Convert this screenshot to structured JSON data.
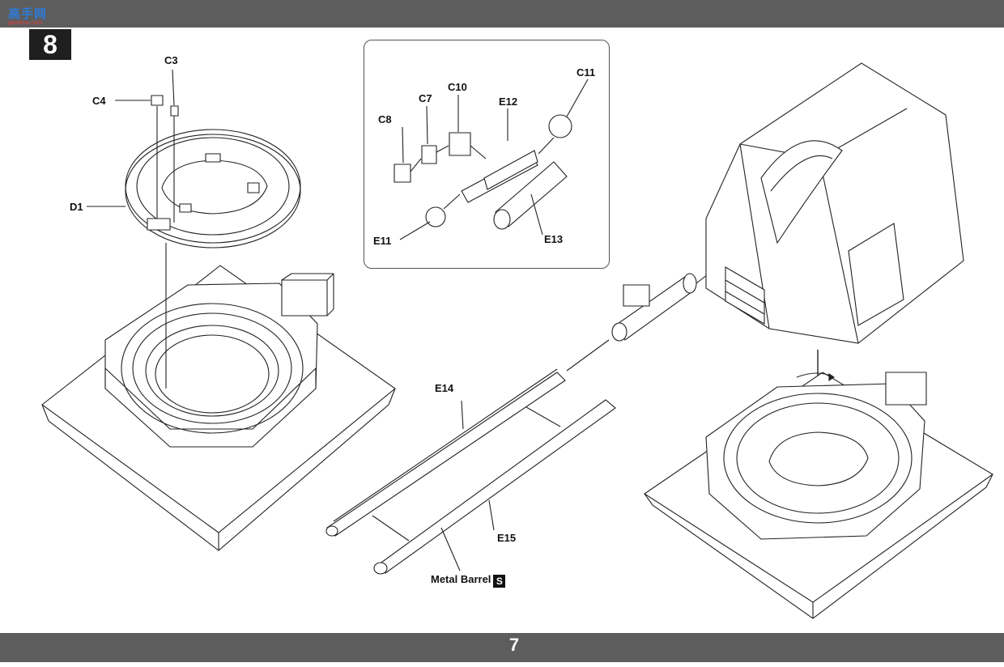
{
  "header": {
    "logo_text": "高手网",
    "logo_url": "gaoshou.com"
  },
  "step": {
    "number": "8"
  },
  "parts": {
    "c3": "C3",
    "c4": "C4",
    "d1": "D1",
    "c7": "C7",
    "c8": "C8",
    "c10": "C10",
    "c11": "C11",
    "e11": "E11",
    "e12": "E12",
    "e13": "E13",
    "e14": "E14",
    "e15": "E15",
    "metal_barrel": "Metal Barrel",
    "metal_icon": "S"
  },
  "footer": {
    "page_number": "7"
  }
}
